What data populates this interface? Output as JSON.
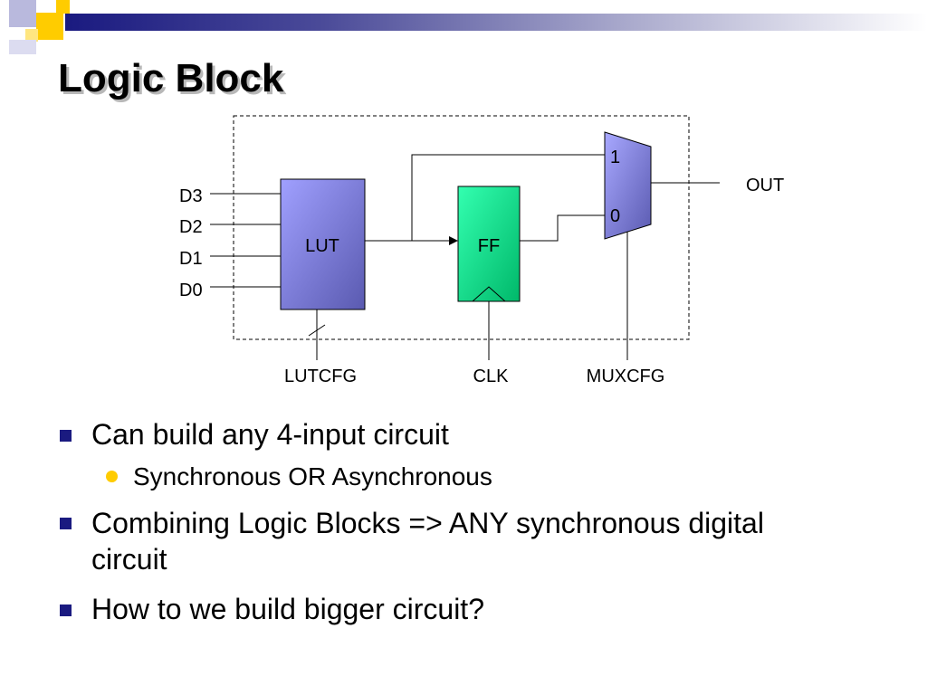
{
  "slide": {
    "title": "Logic Block",
    "colors": {
      "accent": "#1a1a80",
      "highlight": "#ffcc00",
      "lut_fill": "#9999ff",
      "ff_fill": "#00ff99"
    }
  },
  "diagram": {
    "inputs": [
      "D3",
      "D2",
      "D1",
      "D0"
    ],
    "lut_label": "LUT",
    "ff_label": "FF",
    "mux_in1": "1",
    "mux_in0": "0",
    "out_label": "OUT",
    "lutcfg_label": "LUTCFG",
    "clk_label": "CLK",
    "muxcfg_label": "MUXCFG"
  },
  "bullets": [
    {
      "text": "Can build any 4-input circuit",
      "level": 1
    },
    {
      "text": "Synchronous OR Asynchronous",
      "level": 2
    },
    {
      "text": "Combining Logic Blocks => ANY synchronous digital circuit",
      "level": 1
    },
    {
      "text": "How to we build bigger circuit?",
      "level": 1
    }
  ]
}
